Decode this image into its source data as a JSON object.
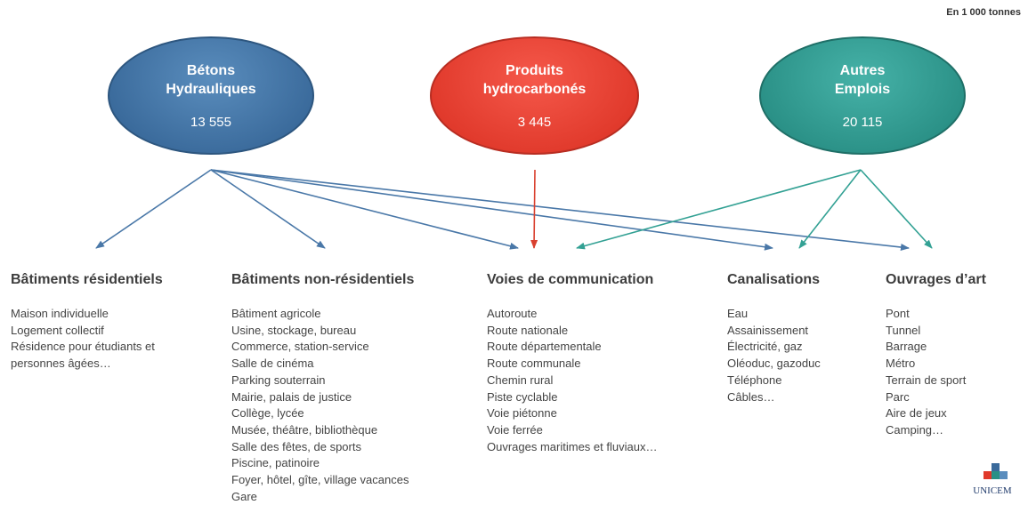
{
  "unit_label": "En 1 000 tonnes",
  "sources": [
    {
      "line1": "Bétons",
      "line2": "Hydrauliques",
      "value": "13 555",
      "color": "#3a6a9b"
    },
    {
      "line1": "Produits",
      "line2": "hydrocarbonés",
      "value": "3 445",
      "color": "#e0392b"
    },
    {
      "line1": "Autres",
      "line2": "Emplois",
      "value": "20 115",
      "color": "#2a9086"
    }
  ],
  "categories": [
    {
      "title": "Bâtiments résidentiels",
      "items": [
        "Maison individuelle",
        "Logement collectif",
        "Résidence pour étudiants et",
        "personnes âgées…"
      ]
    },
    {
      "title": "Bâtiments non-résidentiels",
      "items": [
        "Bâtiment agricole",
        "Usine, stockage, bureau",
        "Commerce, station-service",
        "Salle de cinéma",
        "Parking souterrain",
        "Mairie, palais de justice",
        "Collège, lycée",
        "Musée, théâtre, bibliothèque",
        "Salle des fêtes, de sports",
        "Piscine, patinoire",
        "Foyer, hôtel, gîte, village vacances",
        "Gare"
      ]
    },
    {
      "title": "Voies de communication",
      "items": [
        "Autoroute",
        "Route nationale",
        "Route départementale",
        "Route communale",
        "Chemin rural",
        "Piste cyclable",
        "Voie piétonne",
        "Voie ferrée",
        "Ouvrages maritimes et fluviaux…"
      ]
    },
    {
      "title": "Canalisations",
      "items": [
        "Eau",
        "Assainissement",
        "Électricité, gaz",
        "Oléoduc, gazoduc",
        "Téléphone",
        "Câbles…"
      ]
    },
    {
      "title": "Ouvrages d’art",
      "items": [
        "Pont",
        "Tunnel",
        "Barrage",
        "Métro",
        "Terrain de sport",
        "Parc",
        "Aire de jeux",
        "Camping…"
      ]
    }
  ],
  "links": [
    {
      "from": 0,
      "to": [
        0,
        1,
        2,
        3,
        4
      ]
    },
    {
      "from": 1,
      "to": [
        2
      ]
    },
    {
      "from": 2,
      "to": [
        2,
        3,
        4
      ]
    }
  ],
  "logo_text": "UNICEM"
}
